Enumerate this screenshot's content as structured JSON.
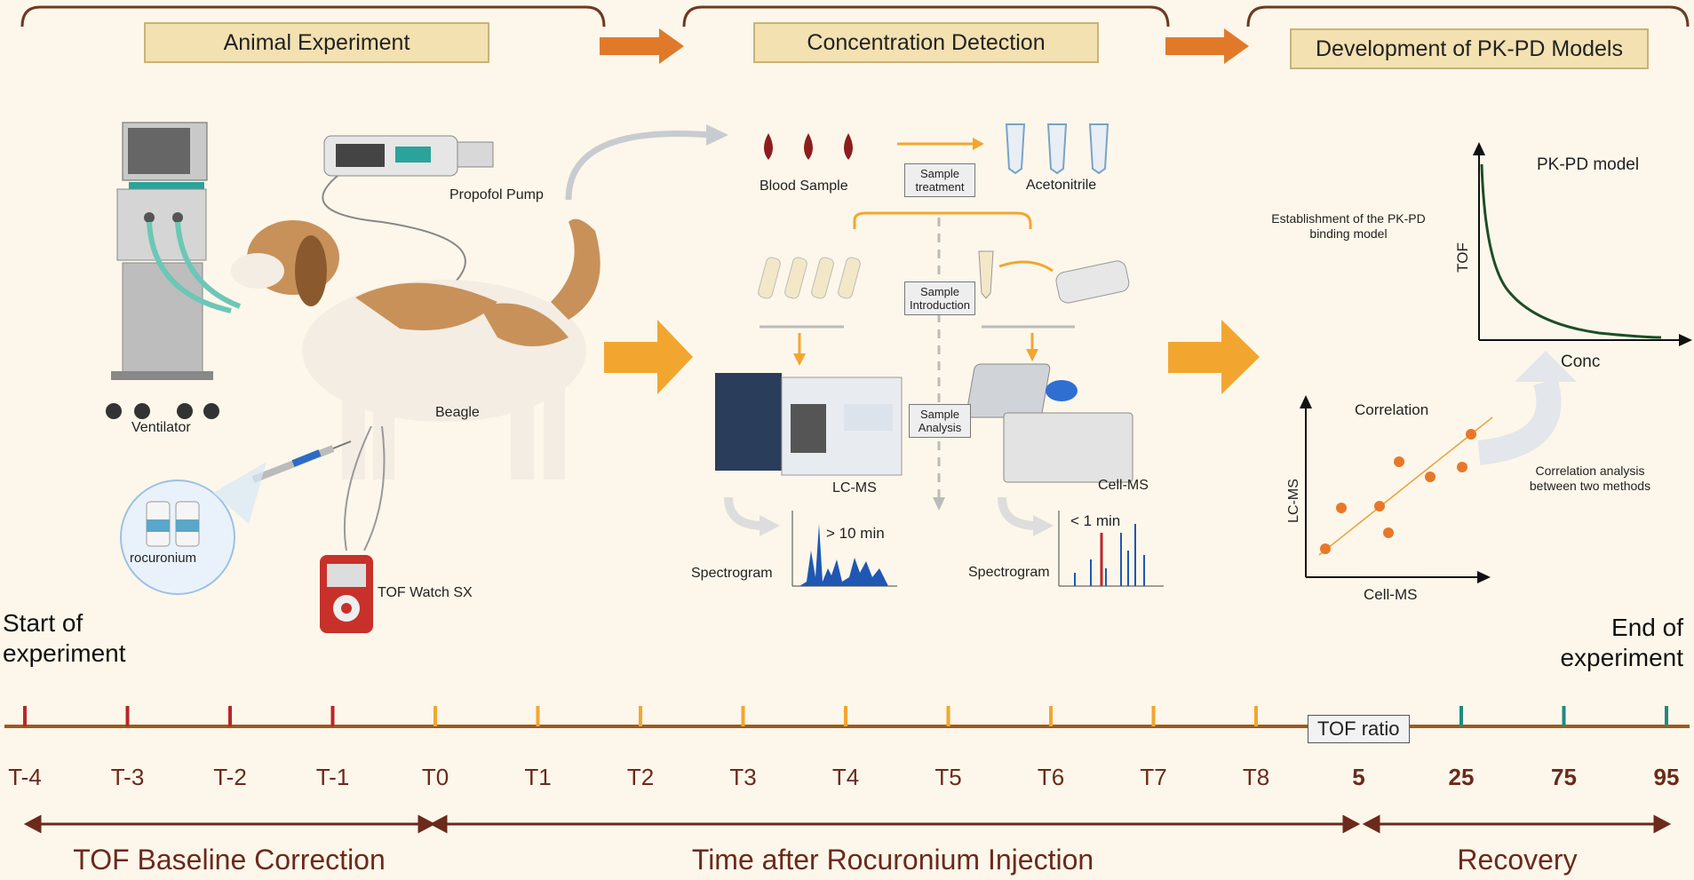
{
  "stages": {
    "animal": "Animal Experiment",
    "detection": "Concentration Detection",
    "model": "Development of PK-PD Models"
  },
  "animal": {
    "ventilator": "Ventilator",
    "pump": "Propofol Pump",
    "beagle": "Beagle",
    "rocuronium": "rocuronium",
    "tof_watch": "TOF Watch SX"
  },
  "detection": {
    "blood": "Blood Sample",
    "acetonitrile": "Acetonitrile",
    "sample_treatment": "Sample treatment",
    "sample_introduction": "Sample Introduction",
    "sample_analysis": "Sample Analysis",
    "lcms": "LC-MS",
    "cellms": "Cell-MS",
    "spectrogram": "Spectrogram",
    "lcms_time": "> 10 min",
    "cellms_time": "< 1 min"
  },
  "model": {
    "establishment": "Establishment of the PK-PD binding model",
    "pkpd_title": "PK-PD model",
    "y_axis": "TOF",
    "x_axis": "Conc",
    "correlation_title": "Correlation",
    "corr_y": "LC-MS",
    "corr_x": "Cell-MS",
    "corr_note": "Correlation analysis between two methods"
  },
  "timeline": {
    "start": "Start of experiment",
    "end": "End of experiment",
    "tof_ratio": "TOF ratio",
    "ticks": [
      "T-4",
      "T-3",
      "T-2",
      "T-1",
      "T0",
      "T1",
      "T2",
      "T3",
      "T4",
      "T5",
      "T6",
      "T7",
      "T8",
      "5",
      "25",
      "75",
      "95"
    ],
    "phases": {
      "baseline": "TOF Baseline Correction",
      "injection": "Time after Rocuronium Injection",
      "recovery": "Recovery"
    }
  },
  "colors": {
    "accent_orange": "#e9a23a",
    "dark_red": "#6b2a1c",
    "teal": "#1f8a80"
  }
}
